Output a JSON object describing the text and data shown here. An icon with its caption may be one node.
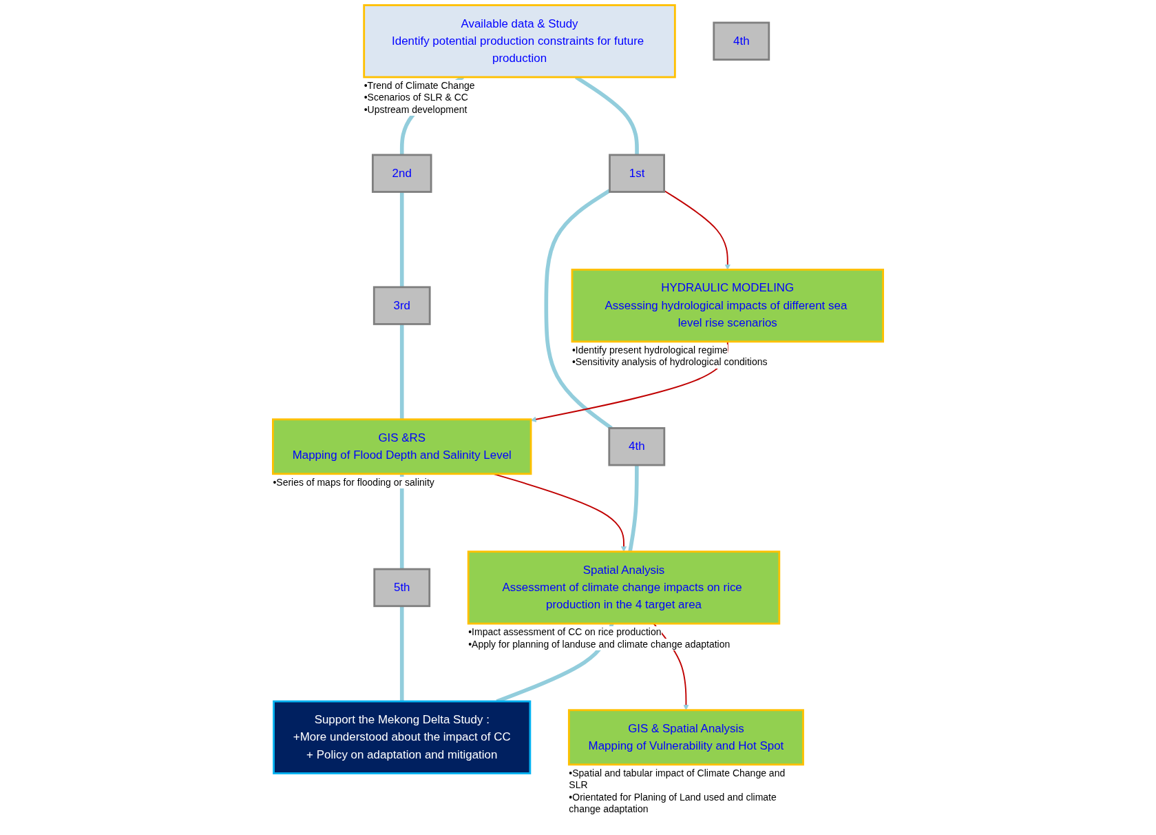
{
  "diagram": {
    "nodes": [
      {
        "text": [
          "Available data & Study",
          "Identify potential production constraints for future production"
        ],
        "beside": [
          "•Trend of Climate Change",
          "•Scenarios of SLR & CC",
          "•Upstream development"
        ]
      },
      {
        "text": [
          "HYDRAULIC MODELING",
          "Assessing hydrological impacts of different sea level rise scenarios"
        ],
        "beside": [
          "•Identify present hydrological regime",
          "•Sensitivity analysis of hydrological conditions"
        ]
      },
      {
        "text": [
          "GIS &RS",
          "Mapping of Flood Depth and Salinity Level"
        ],
        "beside": [
          "•Series of maps for flooding or salinity"
        ]
      },
      {
        "text": [
          "Spatial Analysis",
          "Assessment of climate change impacts on rice production in the 4 target area"
        ],
        "beside": [
          "•Impact assessment of CC on rice production",
          "•Apply for planning of landuse and climate change adaptation"
        ]
      },
      {
        "text": [
          "GIS & Spatial Analysis",
          "Mapping of Vulnerability and Hot Spot"
        ],
        "beside": [
          "•Spatial and tabular impact of Climate Change and SLR",
          "•Orientated for Planing of Land used and climate change adaptation"
        ]
      },
      {
        "text": [
          "Support the Mekong Delta Study :",
          "+More understood about the impact of CC",
          "+ Policy on adaptation and mitigation"
        ]
      },
      {
        "text": [
          "1st"
        ]
      },
      {
        "text": [
          "2nd"
        ]
      },
      {
        "text": [
          "3rd"
        ]
      },
      {
        "text": [
          "4th"
        ]
      },
      {
        "text": [
          "4th"
        ]
      },
      {
        "text": [
          "5th"
        ]
      }
    ],
    "edges": [
      {
        "from": 0,
        "to": 7,
        "arrow": "none"
      },
      {
        "from": 7,
        "to": 8,
        "arrow": "none"
      },
      {
        "from": 8,
        "to": 2,
        "arrow": "none"
      },
      {
        "from": 0,
        "to": 6,
        "arrow": "none"
      },
      {
        "from": 6,
        "to": 9,
        "arrow": "none"
      },
      {
        "from": 9,
        "to": 3,
        "arrow": "none"
      },
      {
        "from": 3,
        "to": 5,
        "arrow": "none"
      },
      {
        "from": 2,
        "to": 11,
        "arrow": "none"
      },
      {
        "from": 11,
        "to": 5,
        "arrow": "none"
      },
      {
        "from": 6,
        "to": 1,
        "arrow": "to",
        "color": "#c00000"
      },
      {
        "from": 1,
        "to": 2,
        "arrow": "to",
        "color": "#c00000"
      },
      {
        "from": 2,
        "to": 3,
        "arrow": "to",
        "color": "#c00000"
      },
      {
        "from": 3,
        "to": 4,
        "arrow": "to",
        "color": "#c00000"
      }
    ]
  }
}
